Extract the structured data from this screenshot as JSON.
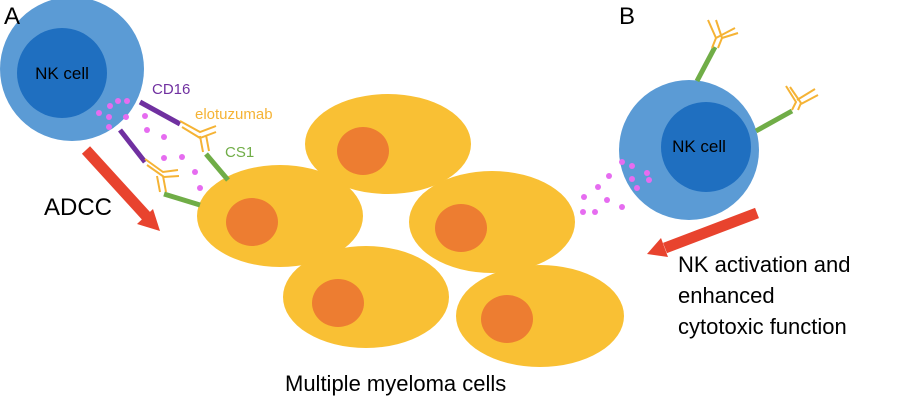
{
  "panels": {
    "a": {
      "label": "A"
    },
    "b": {
      "label": "B"
    }
  },
  "labels": {
    "nk_cell_a": "NK cell",
    "nk_cell_b": "NK cell",
    "cd16": "CD16",
    "elotuzumab": "elotuzumab",
    "cs1": "CS1",
    "adcc": "ADCC",
    "myeloma": "Multiple myeloma cells",
    "nk_activation_line1": "NK activation and",
    "nk_activation_line2": "enhanced",
    "nk_activation_line3": "cytotoxic function"
  },
  "colors": {
    "nk_outer": "#5b9bd5",
    "nk_inner": "#1f6fc0",
    "myeloma_cell": "#f9c034",
    "myeloma_nucleus": "#ed7d31",
    "cd16": "#7030a0",
    "elotuzumab": "#f5b335",
    "cs1": "#70ad47",
    "granule": "#e66cf0",
    "arrow": "#e8432e",
    "text": "#000000"
  }
}
